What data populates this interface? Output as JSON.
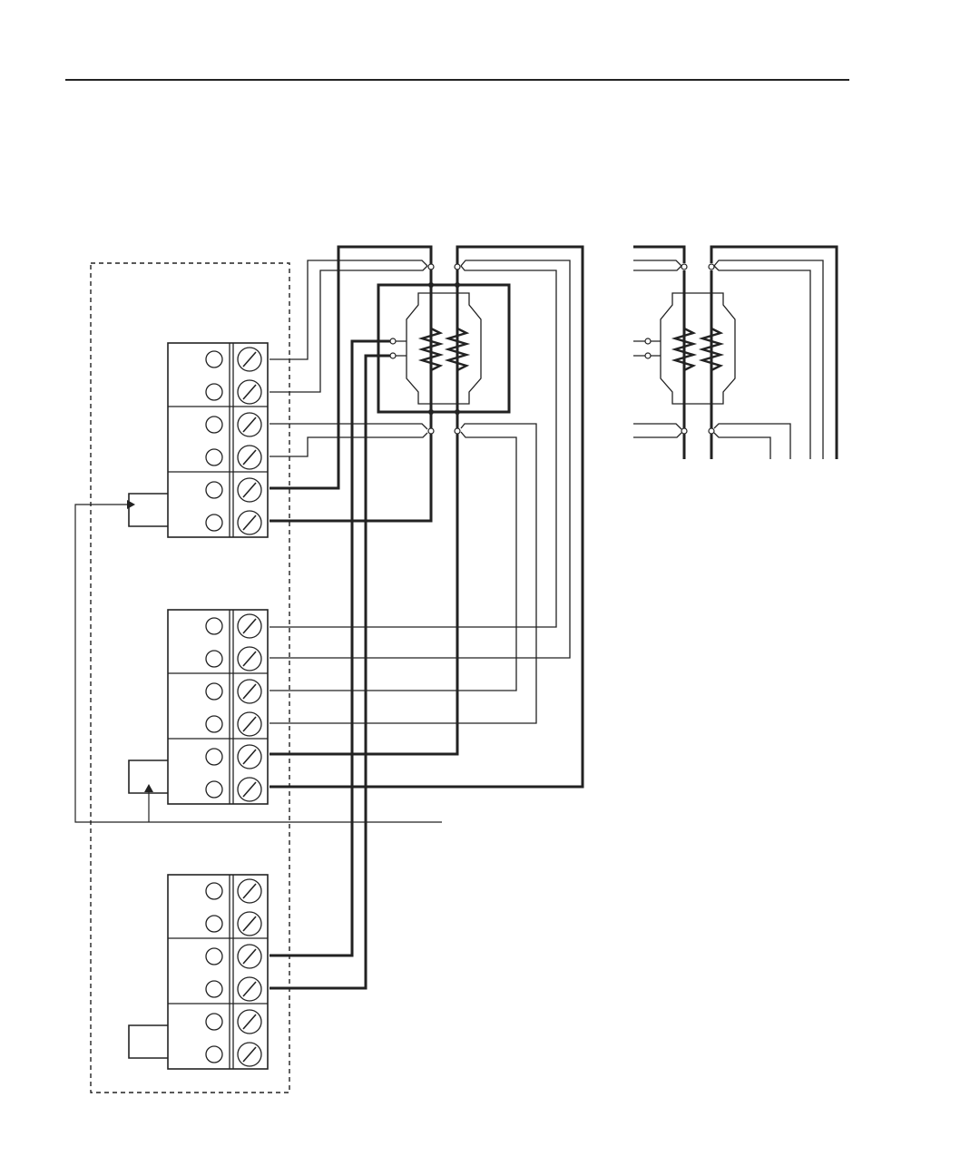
{
  "diagram": {
    "type": "wiring-diagram",
    "colors": {
      "line": "#222222",
      "background": "#ffffff"
    },
    "terminal_blocks": [
      {
        "name": "terminal-block-upper",
        "terminals": 6,
        "jumper": "lower-pair"
      },
      {
        "name": "terminal-block-middle",
        "terminals": 6,
        "jumper": "lower-pair"
      },
      {
        "name": "terminal-block-lower",
        "terminals": 6,
        "jumper": "lower-pair"
      }
    ],
    "elements": [
      {
        "name": "enclosure-dashed-outline",
        "style": "dashed"
      },
      {
        "name": "sensor-element-main",
        "resistors": 2
      },
      {
        "name": "sensor-element-reference",
        "resistors": 2
      }
    ]
  }
}
